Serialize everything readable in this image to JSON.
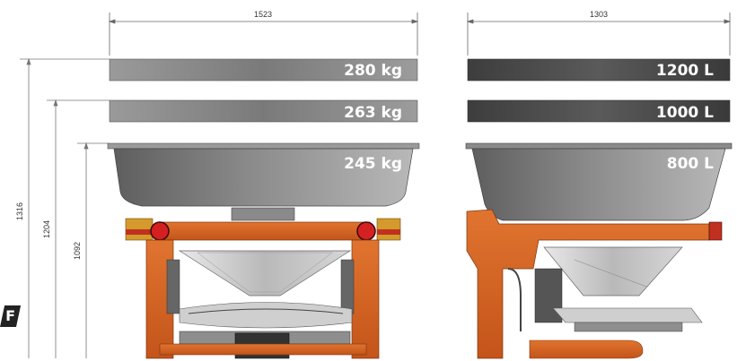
{
  "dimensions": {
    "front_width": "1523",
    "side_width": "1303",
    "heights": [
      "1316",
      "1204",
      "1092"
    ]
  },
  "front_capacities": [
    "280 kg",
    "263 kg",
    "245 kg"
  ],
  "side_capacities": [
    "1200 L",
    "1000 L",
    "800 L"
  ],
  "badge": "F",
  "colors": {
    "frame": "#d4601f",
    "hopper_dark": "#6f6f6f",
    "hopper_light": "#b5b5b5",
    "extension": "#8e8e8e",
    "dim_line": "#666666"
  },
  "icons": [
    "front-view-drawing",
    "side-view-drawing",
    "tail-light-icon"
  ]
}
